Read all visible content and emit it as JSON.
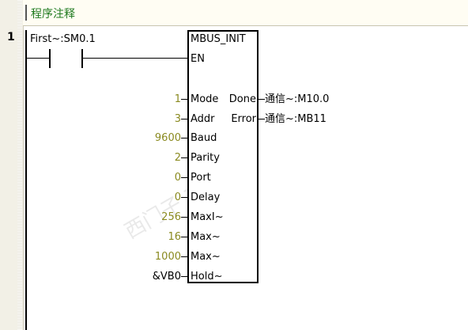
{
  "header": {
    "comment_title": "程序注释"
  },
  "network": {
    "number": "1"
  },
  "contact": {
    "label": "First~:SM0.1"
  },
  "block": {
    "name": "MBUS_INIT",
    "en": "EN",
    "inputs": [
      {
        "value": "1",
        "pin": "Mode"
      },
      {
        "value": "3",
        "pin": "Addr"
      },
      {
        "value": "9600",
        "pin": "Baud"
      },
      {
        "value": "2",
        "pin": "Parity"
      },
      {
        "value": "0",
        "pin": "Port"
      },
      {
        "value": "0",
        "pin": "Delay"
      },
      {
        "value": "256",
        "pin": "MaxI~"
      },
      {
        "value": "16",
        "pin": "Max~"
      },
      {
        "value": "1000",
        "pin": "Max~"
      },
      {
        "value": "&VB0",
        "pin": "Hold~"
      }
    ],
    "outputs": [
      {
        "pin": "Done",
        "value": "通信~:M10.0"
      },
      {
        "pin": "Error",
        "value": "通信~:MB11"
      }
    ]
  },
  "colors": {
    "comment": "#1f7a1f",
    "constant": "#8a8a20",
    "gutter": "#f2f0e6"
  }
}
